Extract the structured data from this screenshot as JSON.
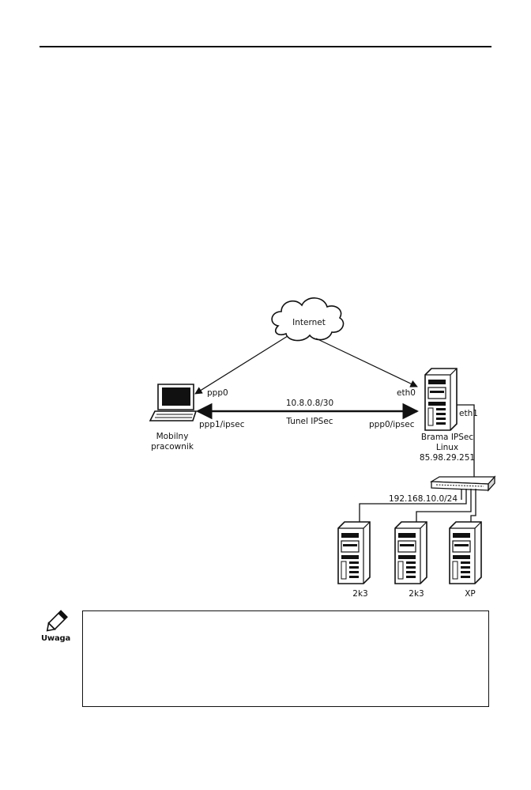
{
  "diagram": {
    "internet": "Internet",
    "laptop": {
      "name_line1": "Mobilny",
      "name_line2": "pracownik",
      "iface_top": "ppp0",
      "iface_bottom": "ppp1/ipsec"
    },
    "gateway": {
      "iface_top": "eth0",
      "iface_bottom": "ppp0/ipsec",
      "iface_lan": "eth1",
      "name_line1": "Brama IPSec",
      "name_line2": "Linux",
      "address": "85.98.29.251"
    },
    "tunnel": {
      "network": "10.8.0.8/30",
      "label": "Tunel IPSec"
    },
    "lan": {
      "network": "192.168.10.0/24",
      "hosts": [
        "2k3",
        "2k3",
        "XP"
      ]
    }
  },
  "note": {
    "label": "Uwaga"
  },
  "colors": {
    "ink": "#111111",
    "paper": "#ffffff",
    "shade": "#d8d8d8"
  }
}
